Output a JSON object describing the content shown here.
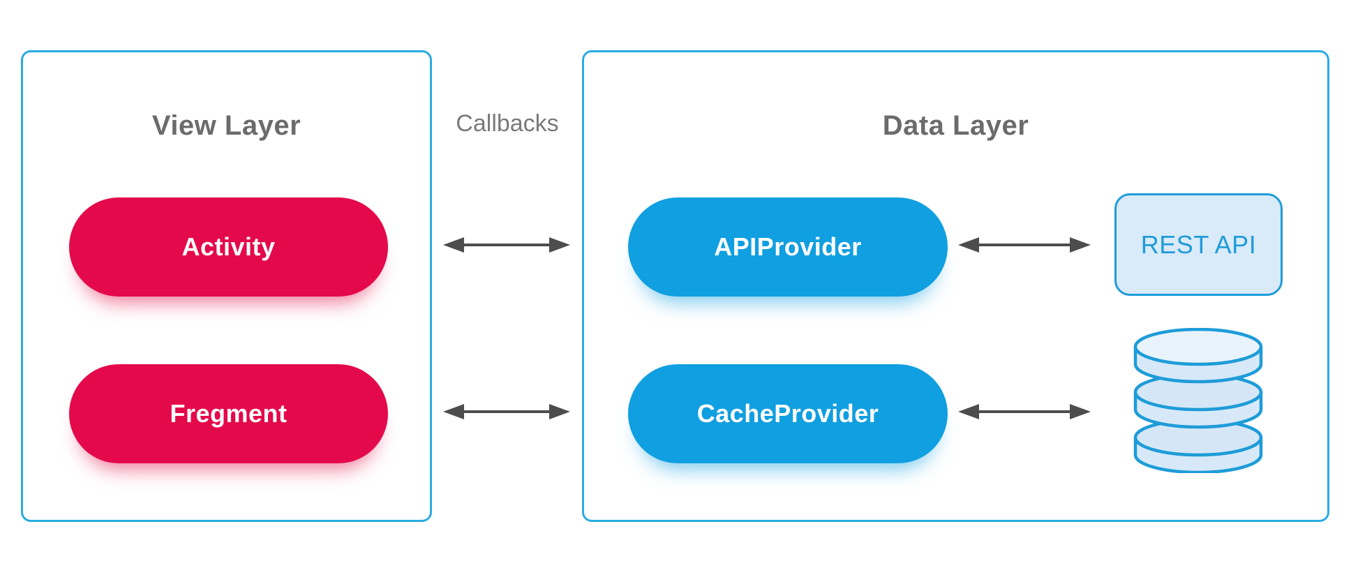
{
  "diagram": {
    "view_layer": {
      "title": "View Layer",
      "nodes": [
        {
          "label": "Activity"
        },
        {
          "label": "Fregment"
        }
      ]
    },
    "connection_label": "Callbacks",
    "data_layer": {
      "title": "Data Layer",
      "nodes": [
        {
          "label": "APIProvider"
        },
        {
          "label": "CacheProvider"
        }
      ]
    },
    "external": {
      "rest_api_label": "REST API",
      "database_icon": "database-cylinder-icon"
    },
    "icons": {
      "connector": "double-headed-arrow"
    },
    "colors": {
      "view_node_fill": "#e4094b",
      "data_node_fill": "#109fe0",
      "panel_border": "#2aabe2",
      "rest_api_accent": "#1e9cd8",
      "rest_api_fill": "#d9eaf8",
      "arrow": "#4d4d4d",
      "heading_text": "#6b6b6b",
      "label_text": "#7a7a7a",
      "node_text": "#ffffff"
    }
  }
}
